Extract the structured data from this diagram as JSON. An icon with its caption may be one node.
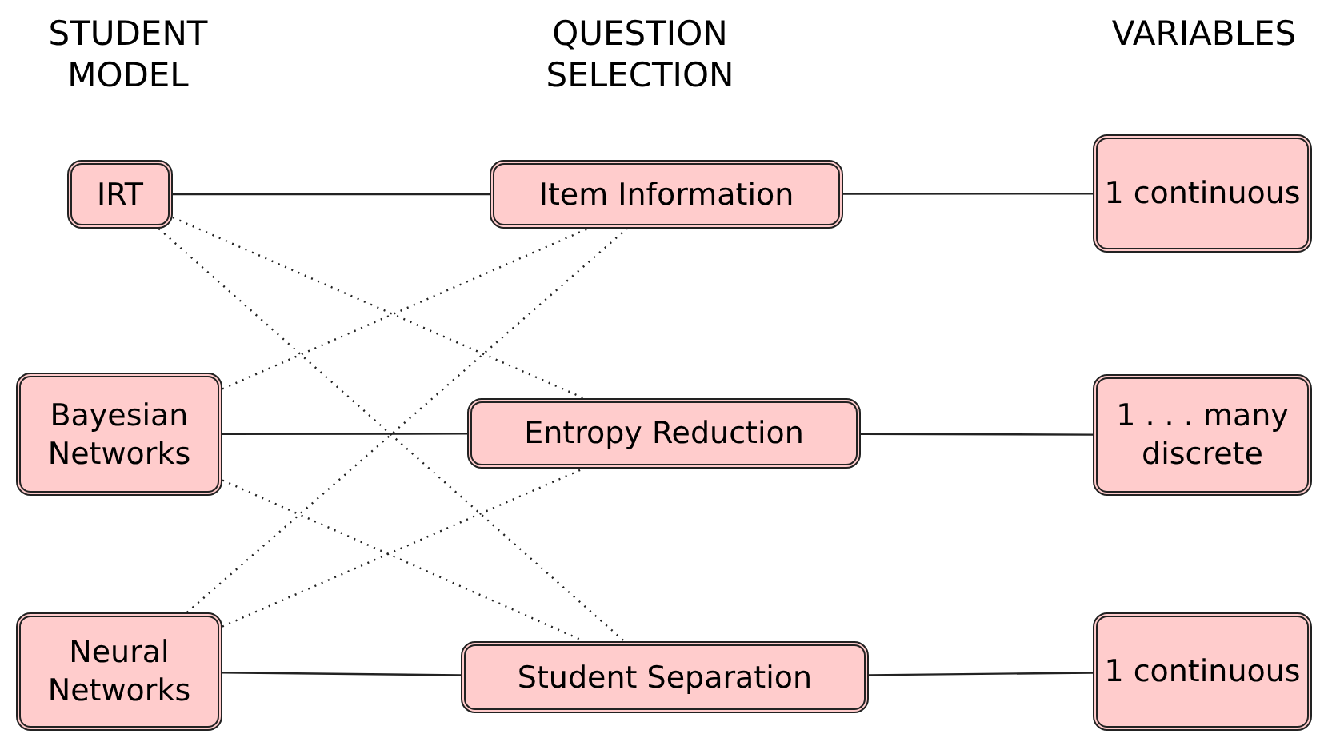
{
  "diagram": {
    "nodes": [
      {
        "text": [
          "IRT"
        ]
      },
      {
        "text": [
          "Item Information"
        ]
      },
      {
        "text": [
          "1 continuous"
        ]
      },
      {
        "text": [
          "Bayesian Networks"
        ]
      },
      {
        "text": [
          "Entropy Reduction"
        ]
      },
      {
        "text": [
          "1 . . . many discrete"
        ]
      },
      {
        "text": [
          "Neural Networks"
        ]
      },
      {
        "text": [
          "Student Separation"
        ]
      },
      {
        "text": [
          "1 continuous"
        ]
      }
    ],
    "edges": [
      {
        "from": 0,
        "to": 1,
        "arrow": "none"
      },
      {
        "from": 0,
        "to": 4,
        "arrow": "none",
        "style": "dashed"
      },
      {
        "from": 0,
        "to": 7,
        "arrow": "none",
        "style": "dashed"
      },
      {
        "from": 3,
        "to": 1,
        "arrow": "none",
        "style": "dashed"
      },
      {
        "from": 3,
        "to": 4,
        "arrow": "none"
      },
      {
        "from": 3,
        "to": 7,
        "arrow": "none",
        "style": "dashed"
      },
      {
        "from": 6,
        "to": 1,
        "arrow": "none",
        "style": "dashed"
      },
      {
        "from": 6,
        "to": 4,
        "arrow": "none",
        "style": "dashed"
      },
      {
        "from": 6,
        "to": 7,
        "arrow": "none"
      },
      {
        "from": 1,
        "to": 2,
        "arrow": "none"
      },
      {
        "from": 4,
        "to": 5,
        "arrow": "none"
      },
      {
        "from": 7,
        "to": 8,
        "arrow": "none"
      }
    ],
    "labels": [
      "STUDENT MODEL",
      "QUESTION SELECTION",
      "VARIABLES"
    ]
  }
}
